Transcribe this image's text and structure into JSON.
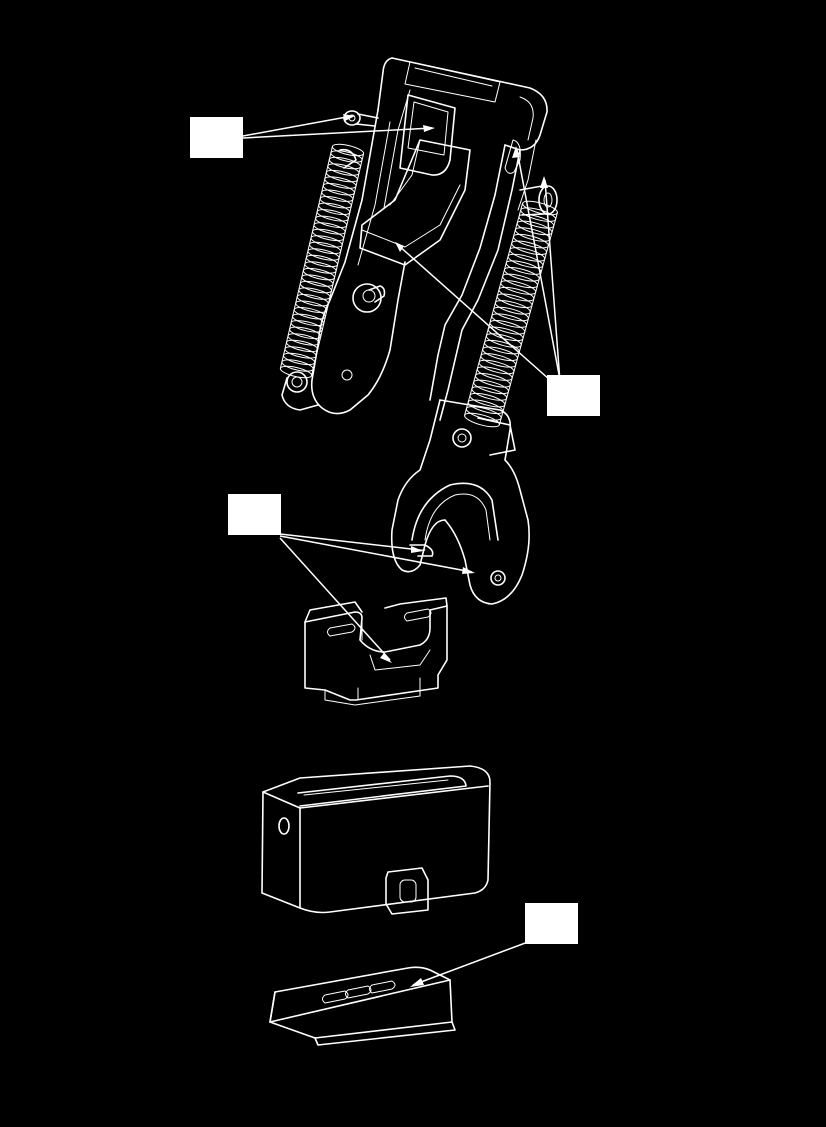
{
  "diagram": {
    "background_color": "#000000",
    "line_color": "#ffffff",
    "callouts": [
      {
        "id": "callout-1",
        "label": ""
      },
      {
        "id": "callout-2",
        "label": ""
      },
      {
        "id": "callout-3",
        "label": ""
      },
      {
        "id": "callout-4",
        "label": ""
      }
    ]
  }
}
